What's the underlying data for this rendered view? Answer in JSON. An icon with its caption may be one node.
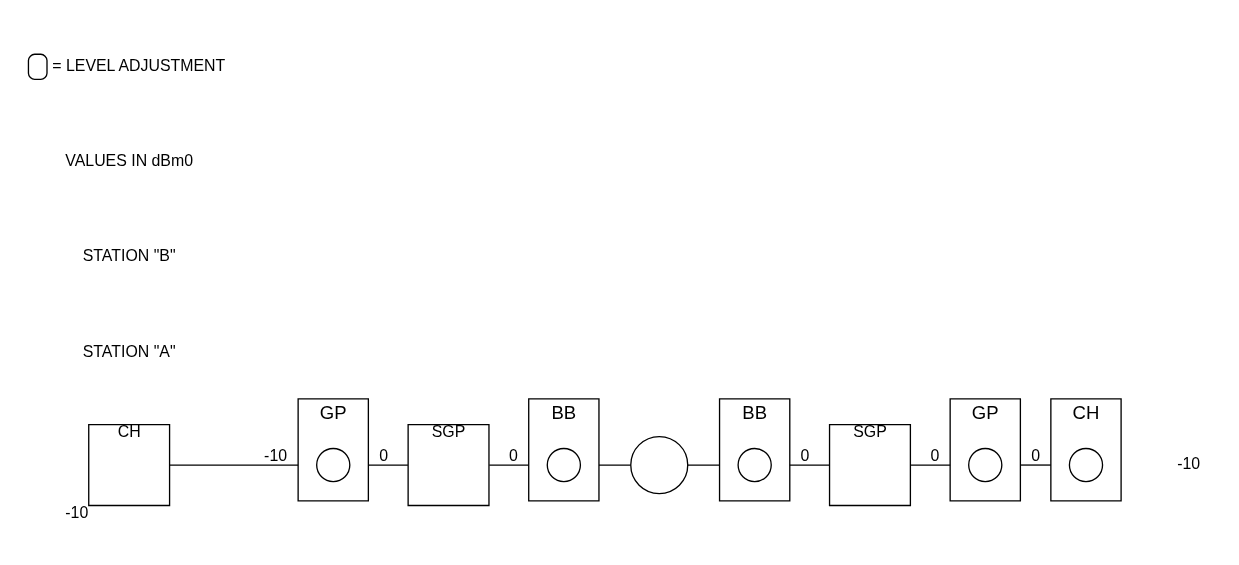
{
  "diagram": {
    "nodes": [
      {
        "text": [
          "CH"
        ],
        "beside": [
          "-10"
        ]
      },
      {
        "text": [
          "GP"
        ]
      },
      {
        "text": [],
        "shape": "circle",
        "in": 1
      },
      {
        "text": [
          "SGP"
        ]
      },
      {
        "text": [
          "BB"
        ]
      },
      {
        "text": [],
        "shape": "circle",
        "in": 4
      },
      {
        "text": [],
        "shape": "circle"
      },
      {
        "text": [
          "BB"
        ]
      },
      {
        "text": [],
        "shape": "circle",
        "in": 7
      },
      {
        "text": [
          "SGP"
        ]
      },
      {
        "text": [
          "GP"
        ]
      },
      {
        "text": [],
        "shape": "circle",
        "in": 10
      },
      {
        "text": [
          "CH"
        ],
        "beside": [
          "-10"
        ]
      },
      {
        "text": [],
        "shape": "circle",
        "in": 12
      }
    ],
    "edges": [
      {
        "from": 0,
        "to": 1,
        "arrow": "none",
        "label": "-10"
      },
      {
        "from": 1,
        "to": 3,
        "arrow": "none",
        "label": "0"
      },
      {
        "from": 3,
        "to": 4,
        "arrow": "none",
        "label": "0"
      },
      {
        "from": 4,
        "to": 6,
        "arrow": "none"
      },
      {
        "from": 6,
        "to": 7,
        "arrow": "none"
      },
      {
        "from": 7,
        "to": 9,
        "arrow": "none",
        "label": "0"
      },
      {
        "from": 9,
        "to": 10,
        "arrow": "none",
        "label": "0"
      },
      {
        "from": 10,
        "to": 12,
        "arrow": "none",
        "label": "0"
      }
    ],
    "labels": [
      "STATION \"A\"",
      "STATION \"B\"",
      "VALUES IN dBm0"
    ],
    "legend": [
      {
        "text": "= LEVEL ADJUSTMENT"
      }
    ]
  }
}
